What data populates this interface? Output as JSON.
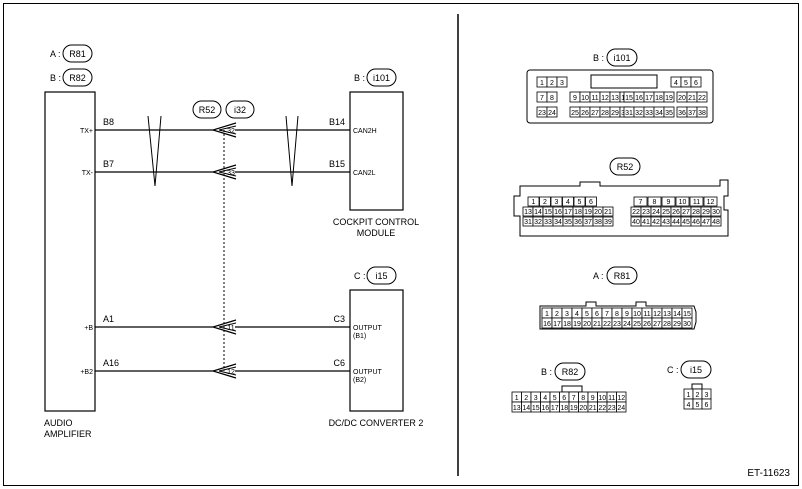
{
  "frame_id": "ET-11623",
  "badges": {
    "a_r81": {
      "prefix": "A :",
      "code": "R81"
    },
    "b_r82": {
      "prefix": "B :",
      "code": "R82"
    },
    "b_i101": {
      "prefix": "B :",
      "code": "i101"
    },
    "c_i15": {
      "prefix": "C :",
      "code": "i15"
    },
    "r52": {
      "code": "R52"
    },
    "i32": {
      "code": "i32"
    }
  },
  "components": {
    "audio_amplifier": {
      "line1": "AUDIO",
      "line2": "AMPLIFIER"
    },
    "cockpit_module": {
      "line1": "COCKPIT CONTROL",
      "line2": "MODULE"
    },
    "dcdc_converter": {
      "line1": "DC/DC CONVERTER 2"
    }
  },
  "wires": [
    {
      "left_pin": "B8",
      "left_label": "TX+",
      "conn_pin": "32",
      "right_pin": "B14",
      "right_label": "CAN2H",
      "right_label2": ""
    },
    {
      "left_pin": "B7",
      "left_label": "TX-",
      "conn_pin": "33",
      "right_pin": "B15",
      "right_label": "CAN2L",
      "right_label2": ""
    },
    {
      "left_pin": "A1",
      "left_label": "+B",
      "conn_pin": "11",
      "right_pin": "C3",
      "right_label": "OUTPUT",
      "right_label2": "(B1)"
    },
    {
      "left_pin": "A16",
      "left_label": "+B2",
      "conn_pin": "12",
      "right_pin": "C6",
      "right_label": "OUTPUT",
      "right_label2": "(B2)"
    }
  ],
  "connectors": {
    "i101": {
      "prefix": "B :",
      "code": "i101",
      "rows": [
        [
          "1",
          "2",
          "3",
          "4",
          "5",
          "6"
        ],
        [
          "7",
          "8",
          "9",
          "10",
          "11",
          "12",
          "13",
          "14",
          "15",
          "16",
          "17",
          "18",
          "19",
          "20",
          "21",
          "22"
        ],
        [
          "23",
          "24",
          "25",
          "26",
          "27",
          "28",
          "29",
          "30",
          "31",
          "32",
          "33",
          "34",
          "35",
          "36",
          "37",
          "38"
        ]
      ]
    },
    "r52": {
      "code": "R52",
      "rows": [
        [
          "1",
          "2",
          "3",
          "4",
          "5",
          "6",
          "7",
          "8",
          "9",
          "10",
          "11",
          "12"
        ],
        [
          "13",
          "14",
          "15",
          "16",
          "17",
          "18",
          "19",
          "20",
          "21",
          "22",
          "23",
          "24",
          "25",
          "26",
          "27",
          "28",
          "29",
          "30"
        ],
        [
          "31",
          "32",
          "33",
          "34",
          "35",
          "36",
          "37",
          "38",
          "39",
          "40",
          "41",
          "42",
          "43",
          "44",
          "45",
          "46",
          "47",
          "48"
        ]
      ]
    },
    "r81": {
      "prefix": "A :",
      "code": "R81",
      "rows": [
        [
          "1",
          "2",
          "3",
          "4",
          "5",
          "6",
          "7",
          "8",
          "9",
          "10",
          "11",
          "12",
          "13",
          "14",
          "15"
        ],
        [
          "16",
          "17",
          "18",
          "19",
          "20",
          "21",
          "22",
          "23",
          "24",
          "25",
          "26",
          "27",
          "28",
          "29",
          "30"
        ]
      ]
    },
    "r82": {
      "prefix": "B :",
      "code": "R82",
      "rows": [
        [
          "1",
          "2",
          "3",
          "4",
          "5",
          "6",
          "7",
          "8",
          "9",
          "10",
          "11",
          "12"
        ],
        [
          "13",
          "14",
          "15",
          "16",
          "17",
          "18",
          "19",
          "20",
          "21",
          "22",
          "23",
          "24"
        ]
      ]
    },
    "i15": {
      "prefix": "C :",
      "code": "i15",
      "rows": [
        [
          "1",
          "2",
          "3"
        ],
        [
          "4",
          "5",
          "6"
        ]
      ]
    }
  }
}
